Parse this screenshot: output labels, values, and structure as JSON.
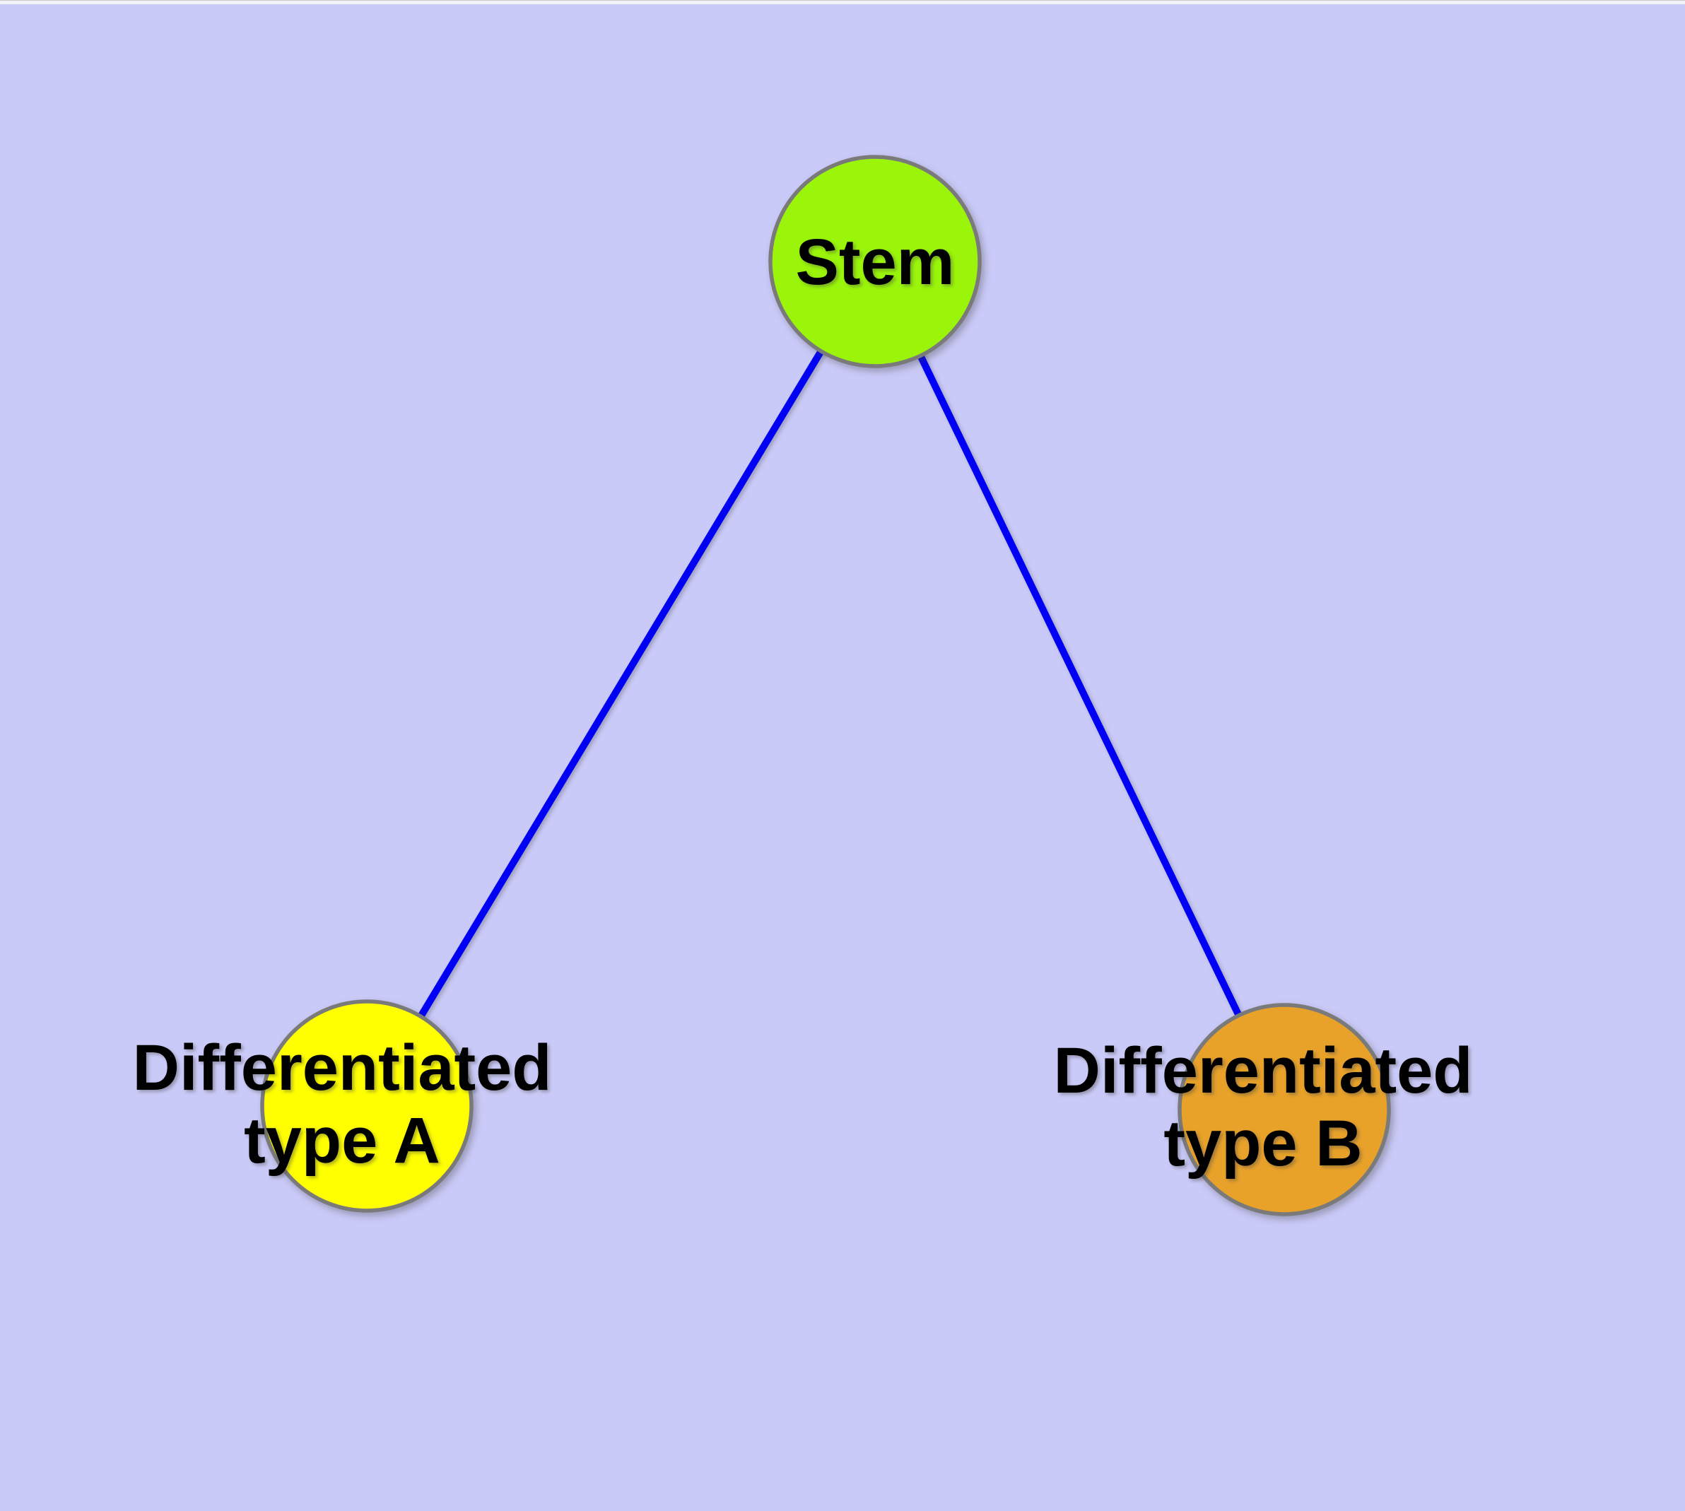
{
  "diagram": {
    "background_color": "#CACAF8",
    "node_border_color": "#7A7A7A",
    "label_color": "#000000",
    "edge_color": "#0000F5",
    "nodes": [
      {
        "id": "stem",
        "lines": [
          "Stem"
        ],
        "fill": "#9AF50A"
      },
      {
        "id": "differentiated-type-a",
        "lines": [
          "Differentiated",
          "type A"
        ],
        "fill": "#FFFF00"
      },
      {
        "id": "differentiated-type-b",
        "lines": [
          "Differentiated",
          "type B"
        ],
        "fill": "#E8A22A"
      }
    ],
    "edges": [
      {
        "from": "stem",
        "to": "differentiated-type-a"
      },
      {
        "from": "stem",
        "to": "differentiated-type-b"
      }
    ]
  }
}
